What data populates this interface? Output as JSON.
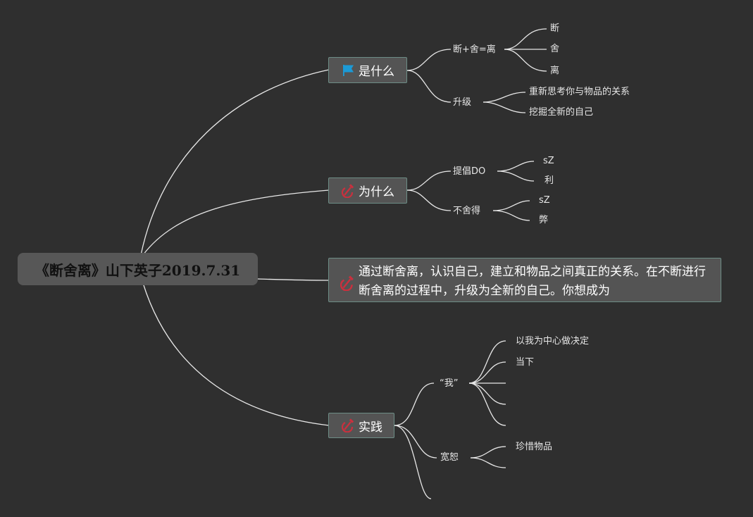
{
  "root": {
    "title": "《断舍离》山下英子2019.7.31"
  },
  "branches": {
    "what": {
      "label": "是什么",
      "icon": "blue-flag-icon",
      "children": [
        {
          "label": "断+舍=离",
          "children": [
            "断",
            "舍",
            "离"
          ]
        },
        {
          "label": "升级",
          "children": [
            "重新思考你与物品的关系",
            "挖掘全新的自己"
          ]
        }
      ]
    },
    "why": {
      "label": "为什么",
      "icon": "hammer-sickle-icon",
      "children": [
        {
          "label": "提倡DO",
          "children": [
            "sZ",
            "利"
          ]
        },
        {
          "label": "不舍得",
          "children": [
            "sZ",
            "弊"
          ]
        }
      ]
    },
    "note": {
      "icon": "hammer-sickle-icon",
      "text": "通过断舍离，认识自己，建立和物品之间真正的关系。在不断进行断舍离的过程中，升级为全新的自己。你想成为"
    },
    "practice": {
      "label": "实践",
      "icon": "hammer-sickle-icon",
      "children": [
        {
          "label": "“我”",
          "children": [
            "以我为中心做决定",
            "当下",
            "",
            "",
            ""
          ]
        },
        {
          "label": "宽恕",
          "children": [
            "珍惜物品",
            ""
          ]
        },
        {
          "label": "",
          "children": []
        }
      ]
    }
  },
  "colors": {
    "background": "#2f2f2f",
    "topic_fill": "#545454",
    "topic_border": "#6d8d86",
    "root_fill": "#575757",
    "line": "#e8e8e8",
    "flag": "#1c9ad6",
    "hammer_sickle": "#c9303e"
  }
}
